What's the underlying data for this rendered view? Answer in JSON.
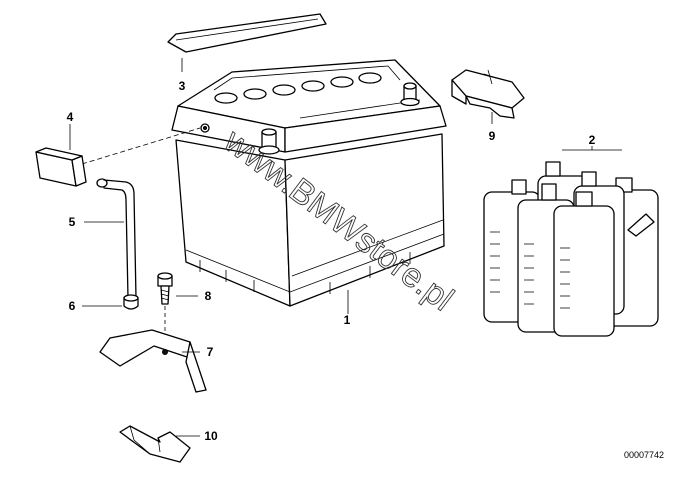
{
  "diagram": {
    "watermark": "www.BMWstore.pl",
    "drawing_code": "00007742",
    "callouts": [
      {
        "id": "c1",
        "label": "1"
      },
      {
        "id": "c2",
        "label": "2"
      },
      {
        "id": "c3",
        "label": "3"
      },
      {
        "id": "c4",
        "label": "4"
      },
      {
        "id": "c5",
        "label": "5"
      },
      {
        "id": "c6",
        "label": "6"
      },
      {
        "id": "c7",
        "label": "7"
      },
      {
        "id": "c8",
        "label": "8"
      },
      {
        "id": "c9",
        "label": "9"
      },
      {
        "id": "c10",
        "label": "10"
      }
    ]
  }
}
